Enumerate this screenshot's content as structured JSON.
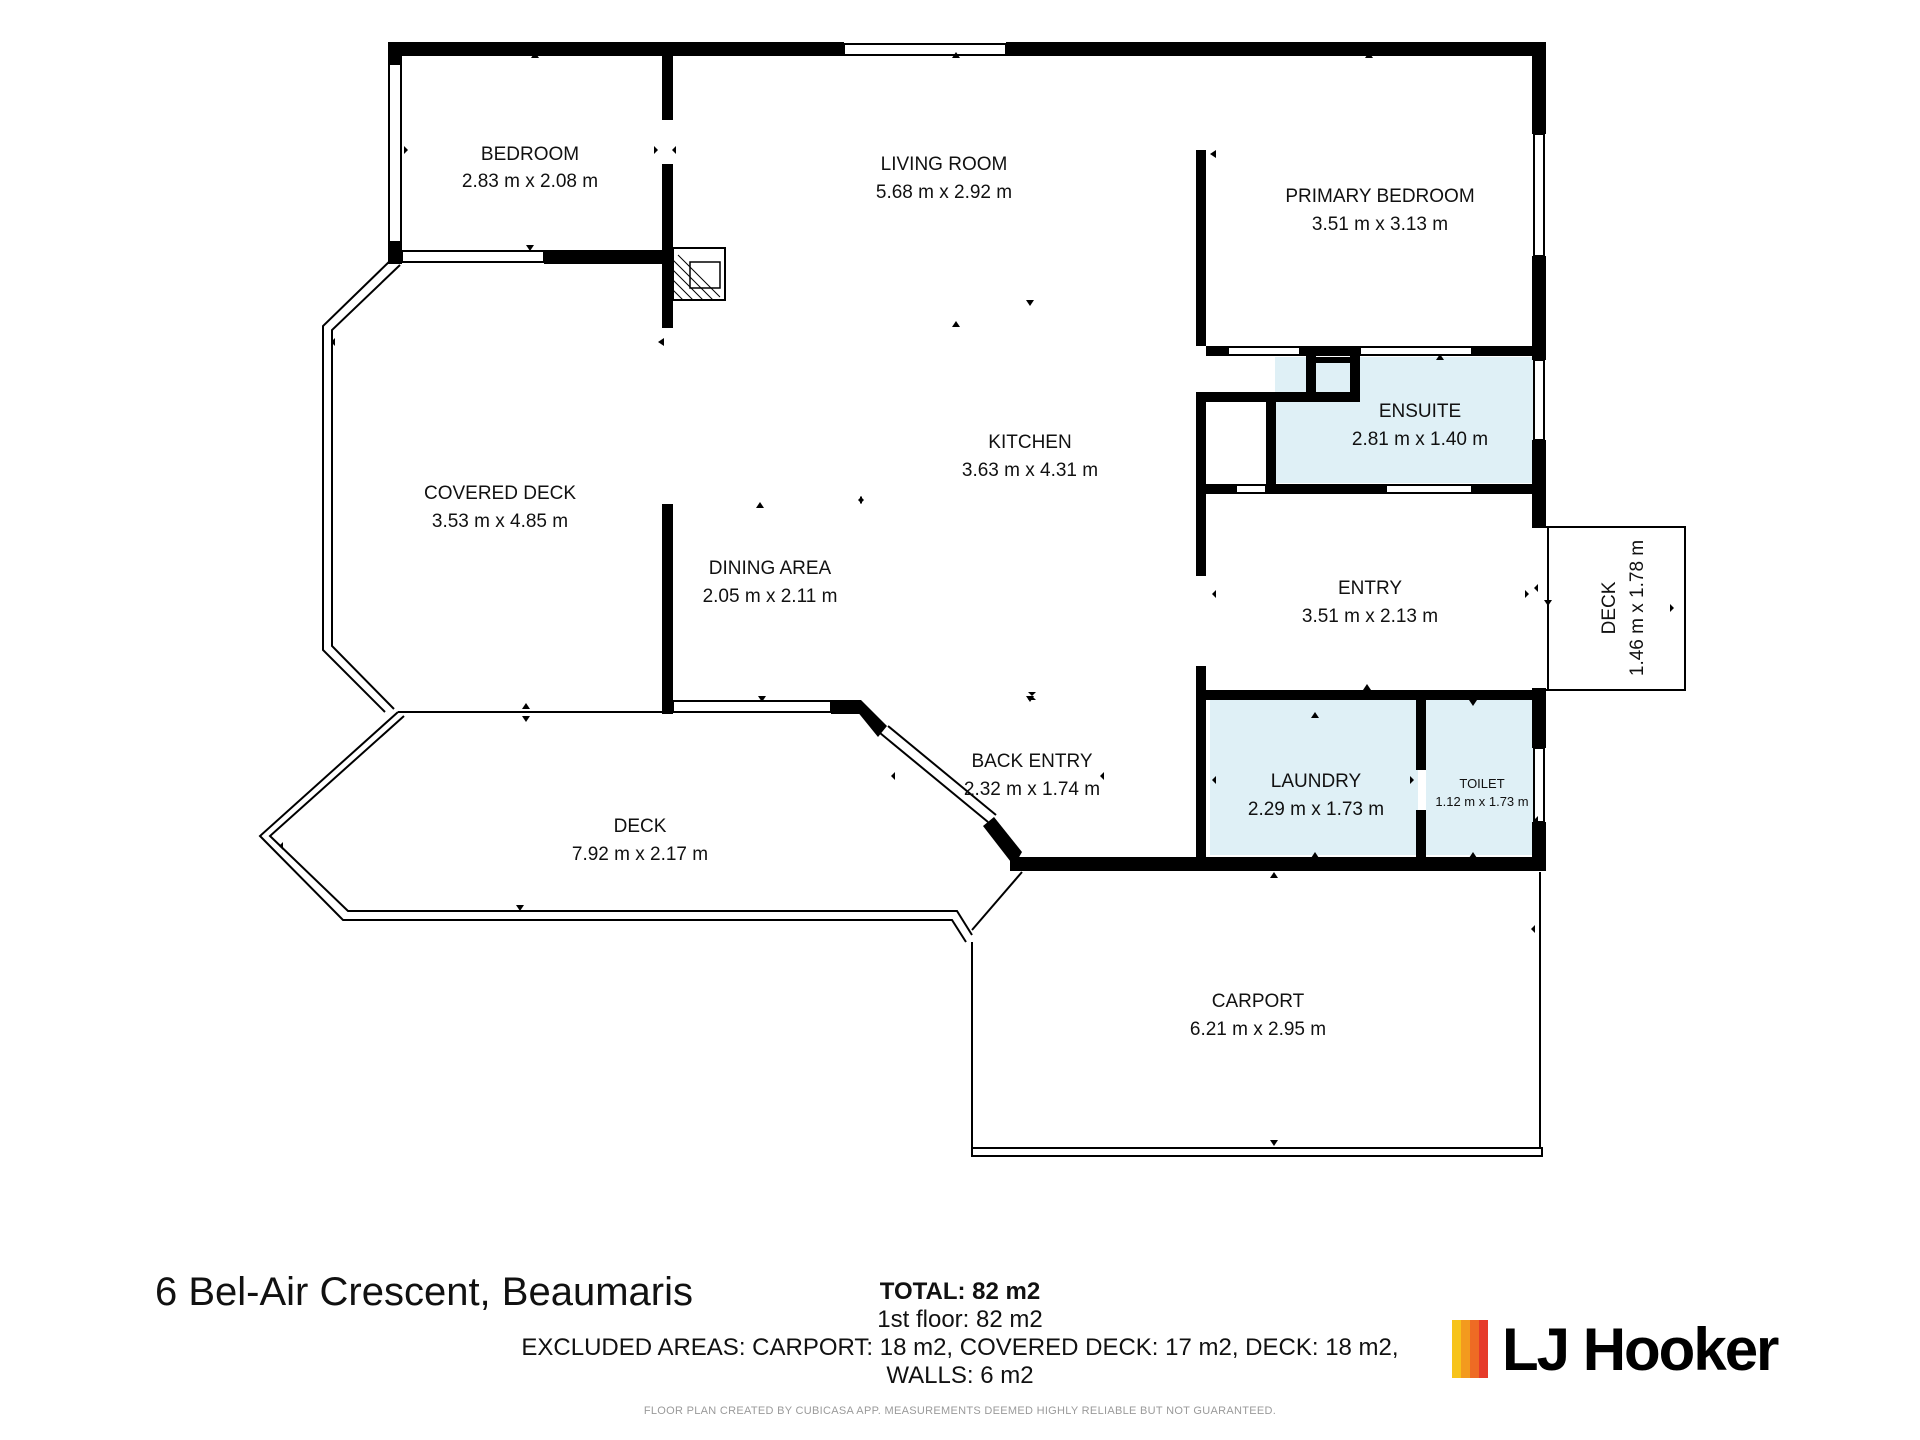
{
  "rooms": {
    "bedroom": {
      "name": "BEDROOM",
      "dims": "2.83 m x 2.08 m"
    },
    "living": {
      "name": "LIVING ROOM",
      "dims": "5.68 m x 2.92 m"
    },
    "primary": {
      "name": "PRIMARY BEDROOM",
      "dims": "3.51 m x 3.13 m"
    },
    "ensuite": {
      "name": "ENSUITE",
      "dims": "2.81 m x 1.40 m"
    },
    "kitchen": {
      "name": "KITCHEN",
      "dims": "3.63 m x 4.31 m"
    },
    "covered_deck": {
      "name": "COVERED DECK",
      "dims": "3.53 m x 4.85 m"
    },
    "dining": {
      "name": "DINING AREA",
      "dims": "2.05 m x 2.11 m"
    },
    "entry": {
      "name": "ENTRY",
      "dims": "3.51 m x 2.13 m"
    },
    "side_deck": {
      "name": "DECK",
      "dims": "1.46 m x 1.78 m"
    },
    "back_entry": {
      "name": "BACK ENTRY",
      "dims": "2.32 m x 1.74 m"
    },
    "laundry": {
      "name": "LAUNDRY",
      "dims": "2.29 m x 1.73 m"
    },
    "toilet": {
      "name": "TOILET",
      "dims": "1.12 m x 1.73 m"
    },
    "deck": {
      "name": "DECK",
      "dims": "7.92 m x 2.17 m"
    },
    "carport": {
      "name": "CARPORT",
      "dims": "6.21 m x 2.95 m"
    }
  },
  "footer": {
    "address": "6 Bel-Air Crescent, Beaumaris",
    "total": "TOTAL: 82 m2",
    "floor": "1st floor: 82 m2",
    "excluded_line1": "EXCLUDED AREAS: CARPORT: 18 m2, COVERED DECK: 17 m2, DECK: 18 m2,",
    "excluded_line2": "WALLS: 6 m2",
    "credit": "FLOOR PLAN CREATED BY CUBICASA APP. MEASUREMENTS DEEMED HIGHLY RELIABLE BUT NOT GUARANTEED."
  },
  "logo": {
    "brand": "LJ Hooker",
    "bar_colors": [
      "#f7c31a",
      "#f39a1e",
      "#ee6b24",
      "#e63b2a"
    ]
  },
  "colors": {
    "wet_area": "#dff0f6",
    "wall": "#000000"
  }
}
